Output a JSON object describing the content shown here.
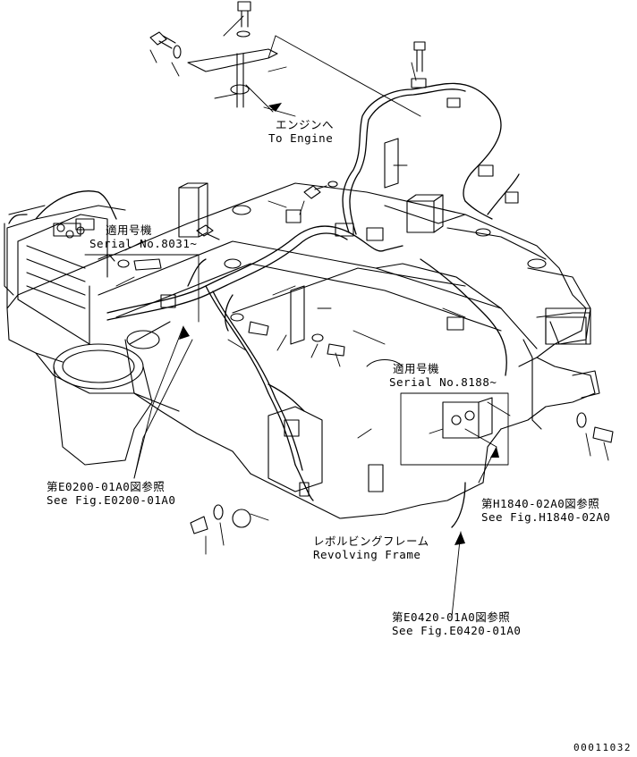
{
  "colors": {
    "ink": "#000000",
    "paper": "#ffffff"
  },
  "callouts": {
    "to_engine": {
      "ja": "エンジンへ",
      "en": "To Engine"
    },
    "serial_8031": {
      "ja": "適用号機",
      "en": "Serial No.8031~"
    },
    "serial_8188": {
      "ja": "適用号機",
      "en": "Serial No.8188~"
    },
    "fig_e0200": {
      "ja": "第E0200-01A0図参照",
      "en": "See Fig.E0200-01A0"
    },
    "fig_h1840": {
      "ja": "第H1840-02A0図参照",
      "en": "See Fig.H1840-02A0"
    },
    "revolving_frame": {
      "ja": "レボルビングフレーム",
      "en": "Revolving Frame"
    },
    "fig_e0420": {
      "ja": "第E0420-01A0図参照",
      "en": "See Fig.E0420-01A0"
    }
  },
  "drawing_id": "00011032"
}
